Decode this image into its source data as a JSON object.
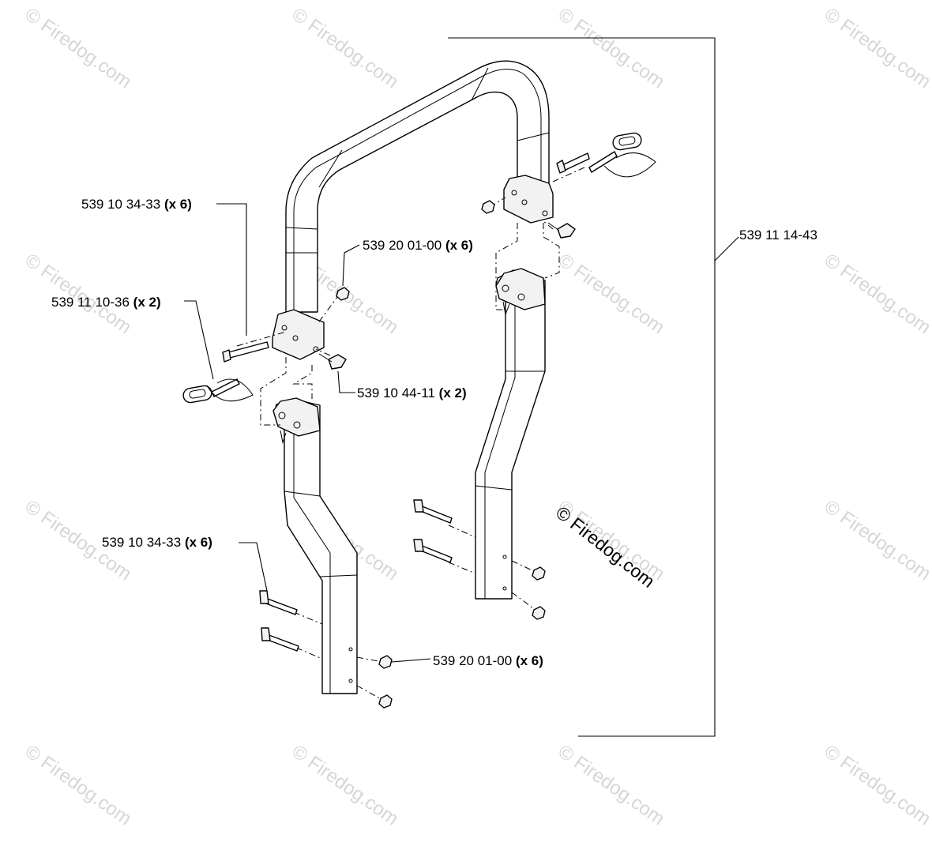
{
  "watermark": "© Firedog.com",
  "copyright": "© Firedog.com",
  "callouts": [
    {
      "id": "bolt-top",
      "part": "539 10 34-33",
      "qty": "(x 6)"
    },
    {
      "id": "nut-top",
      "part": "539 20 01-00",
      "qty": "(x 6)"
    },
    {
      "id": "pin",
      "part": "539 11 10-36",
      "qty": "(x 2)"
    },
    {
      "id": "knob",
      "part": "539 10 44-11",
      "qty": "(x 2)"
    },
    {
      "id": "assembly",
      "part": "539 11 14-43",
      "qty": ""
    },
    {
      "id": "bolt-bottom",
      "part": "539 10 34-33",
      "qty": "(x 6)"
    },
    {
      "id": "nut-bottom",
      "part": "539 20 01-00",
      "qty": "(x 6)"
    }
  ]
}
